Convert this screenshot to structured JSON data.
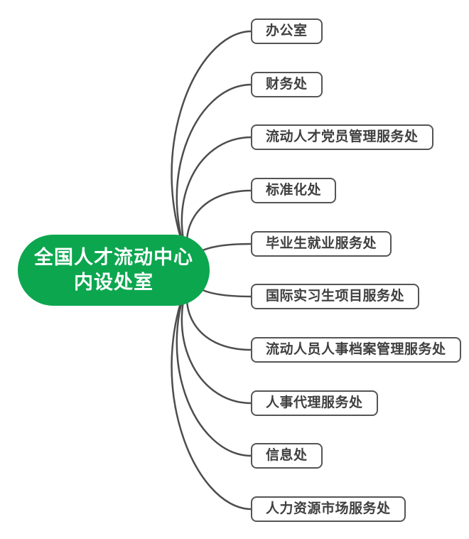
{
  "central": {
    "line1": "全国人才流动中心",
    "line2": "内设处室"
  },
  "branches": [
    {
      "label": "办公室"
    },
    {
      "label": "财务处"
    },
    {
      "label": "流动人才党员管理服务处"
    },
    {
      "label": "标准化处"
    },
    {
      "label": "毕业生就业服务处"
    },
    {
      "label": "国际实习生项目服务处"
    },
    {
      "label": "流动人员人事档案管理服务处"
    },
    {
      "label": "人事代理服务处"
    },
    {
      "label": "信息处"
    },
    {
      "label": "人力资源市场服务处"
    }
  ],
  "colors": {
    "central_fill": "#0CA64F",
    "central_text": "#FFFFFF",
    "connector": "#4D4D4D",
    "branch_border": "#555555",
    "branch_text": "#3F3F3F",
    "branch_fill": "#FFFFFF",
    "background": "#FFFFFF"
  }
}
